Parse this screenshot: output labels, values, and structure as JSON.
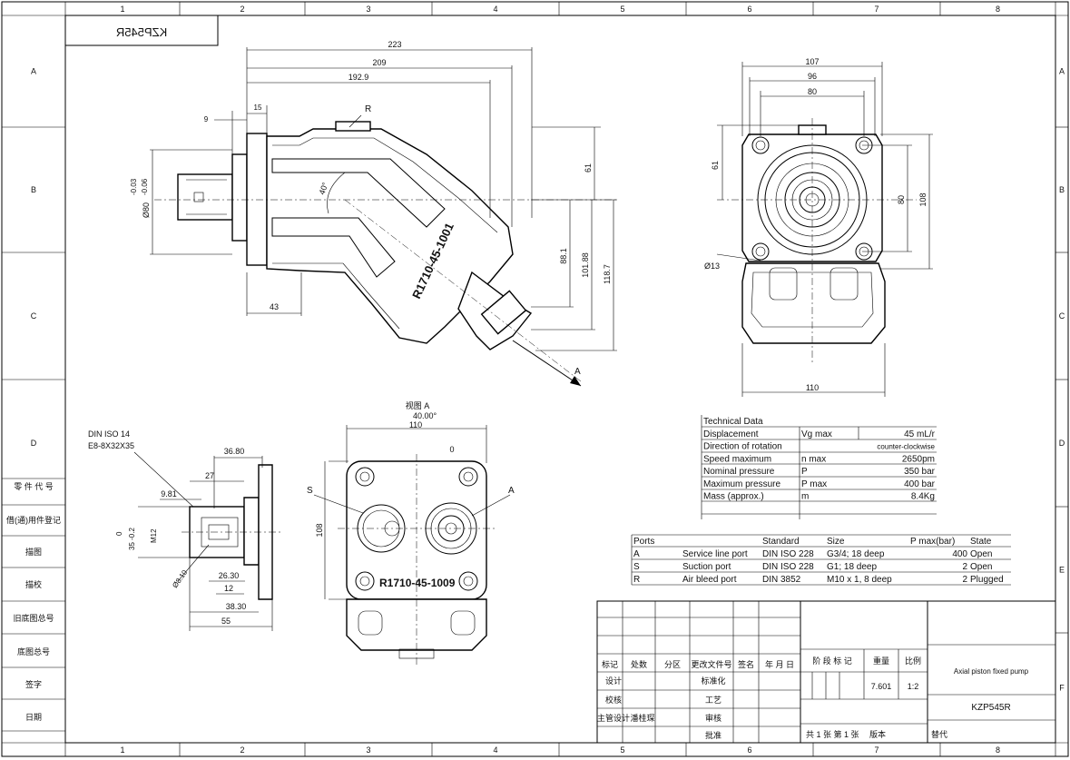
{
  "sheet": {
    "part_number": "KZP545R",
    "columns": [
      "1",
      "2",
      "3",
      "4",
      "5",
      "6",
      "7",
      "8"
    ],
    "rows": [
      "A",
      "B",
      "C",
      "D",
      "E",
      "F"
    ]
  },
  "side_view": {
    "dims": {
      "d223": "223",
      "d209": "209",
      "d192": "192.9",
      "d15": "15",
      "d9": "9",
      "d43": "43",
      "d61": "61",
      "d88": "88.1",
      "d101": "101.88",
      "d118": "118.7",
      "tol_a": "-0.03",
      "tol_b": "-0.06",
      "dia": "Ø80"
    },
    "label_R": "R",
    "label_A": "A",
    "angle": "40°",
    "stamp": "R1710-45-1001"
  },
  "front_view": {
    "dims": {
      "d107": "107",
      "d96": "96",
      "d80top": "80",
      "d61": "61",
      "d80": "80",
      "d108": "108",
      "hole": "Ø13",
      "d110": "110"
    }
  },
  "view_a": {
    "title": "视图 A",
    "angle": "40.00°",
    "d110": "110",
    "zero": "0",
    "d108": "108",
    "label_S": "S",
    "label_A": "A",
    "stamp": "R1710-45-1009"
  },
  "shaft_detail": {
    "spec1": "DIN ISO 14",
    "spec2": "E8-8X32X35",
    "dims": {
      "d36": "36.80",
      "d27": "27",
      "d9": "9.81",
      "zero": "0",
      "tol": "35 -0.2",
      "m12": "M12",
      "d8": "Ø8.10",
      "d26": "26.30",
      "d12": "12",
      "d38": "38.30",
      "d55": "55"
    }
  },
  "left_strip": [
    "零 件 代 号",
    "借(通)用件登记",
    "描图",
    "描校",
    "旧底图总号",
    "底图总号",
    "签字",
    "日期"
  ],
  "tech_data": {
    "title": "Technical Data",
    "rows": [
      {
        "name": "Displacement",
        "sym": "Vg max",
        "val": "45 mL/r"
      },
      {
        "name": "Direction of rotation",
        "sym": "",
        "val": "counter-clockwise"
      },
      {
        "name": "Speed maximum",
        "sym": "n max",
        "val": "2650pm"
      },
      {
        "name": "Nominal pressure",
        "sym": "P",
        "val": "350 bar"
      },
      {
        "name": "Maximum pressure",
        "sym": "P max",
        "val": "400 bar"
      },
      {
        "name": "Mass (approx.)",
        "sym": "m",
        "val": "8.4Kg"
      }
    ]
  },
  "ports": {
    "headers": [
      "Ports",
      "",
      "Standard",
      "Size",
      "P max(bar)",
      "State"
    ],
    "rows": [
      {
        "port": "A",
        "desc": "Service line port",
        "std": "DIN ISO 228",
        "size": "G3/4; 18 deep",
        "p": "400",
        "state": "Open"
      },
      {
        "port": "S",
        "desc": "Suction port",
        "std": "DIN ISO 228",
        "size": "G1;  18 deep",
        "p": "2",
        "state": "Open"
      },
      {
        "port": "R",
        "desc": "Air bleed port",
        "std": "DIN 3852",
        "size": "M10 x 1, 8 deep",
        "p": "2",
        "state": "Plugged"
      }
    ]
  },
  "title_block": {
    "header": [
      "标记",
      "处数",
      "分区",
      "更改文件号",
      "签名",
      "年 月 日"
    ],
    "left_rows": [
      "设计",
      "校核",
      "主管设计"
    ],
    "mid_rows": [
      "标准化",
      "工艺",
      "审核",
      "批准"
    ],
    "reviewer": "潘桂琛",
    "stage": "阶 段 标 记",
    "weight": "重量",
    "scale": "比例",
    "weight_val": "7.601",
    "scale_val": "1:2",
    "name": "Axial piston fixed pump",
    "code": "KZP545R",
    "sheets": "共 1 张    第 1 张",
    "version": "版本",
    "replace": "替代"
  }
}
